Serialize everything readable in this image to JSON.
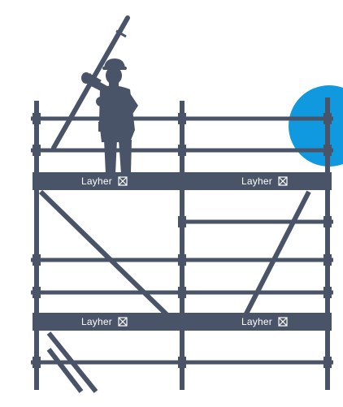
{
  "illustration": {
    "colors": {
      "scaffold": "#4a5468",
      "brand_text": "#ffffff",
      "accent": "#1199e0",
      "background": "#ffffff"
    },
    "deck_labels": [
      {
        "brand": "Layher"
      },
      {
        "brand": "Layher"
      },
      {
        "brand": "Layher"
      },
      {
        "brand": "Layher"
      }
    ],
    "logo_icon": "layher-logo-icon",
    "figure_icon": "worker-silhouette-icon"
  }
}
